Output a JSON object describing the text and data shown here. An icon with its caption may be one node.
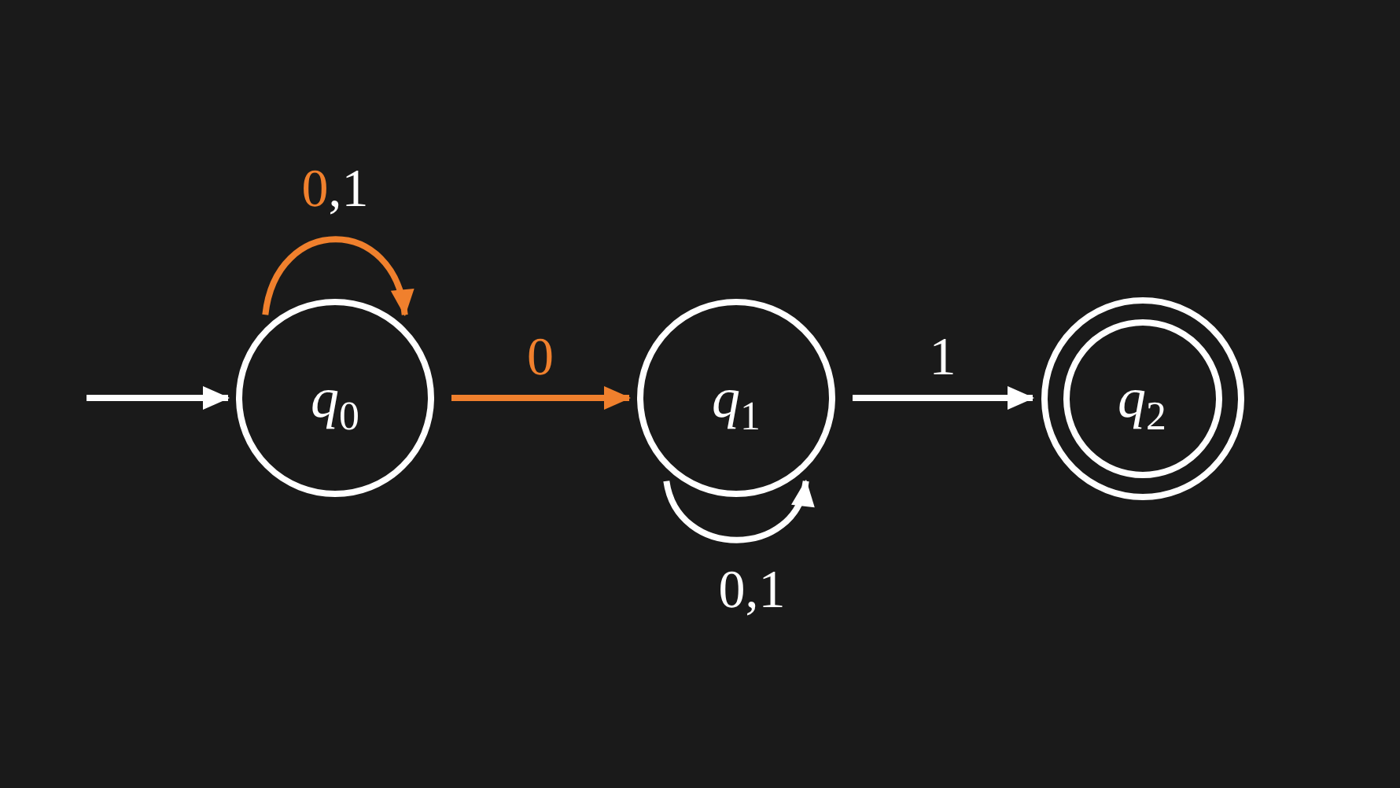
{
  "diagram": {
    "nodes": [
      {
        "text": [
          "*q*$_{0}$"
        ]
      },
      {
        "text": [
          "*q*$_{1}$"
        ]
      },
      {
        "text": [],
        "shape": "circle"
      },
      {
        "text": [
          "*q*$_{2}$"
        ],
        "in": 2
      }
    ],
    "edges": [
      {
        "from": null,
        "to": 0,
        "arrow": "to"
      },
      {
        "from": 0,
        "to": 0,
        "arrow": "to",
        "label": "0,1",
        "color": "#f0802d"
      },
      {
        "from": 0,
        "to": 1,
        "arrow": "to",
        "label": "0",
        "color": "#f0802d"
      },
      {
        "from": 1,
        "to": 1,
        "arrow": "to",
        "label": "0,1"
      },
      {
        "from": 1,
        "to": 2,
        "arrow": "to",
        "label": "1"
      }
    ]
  }
}
